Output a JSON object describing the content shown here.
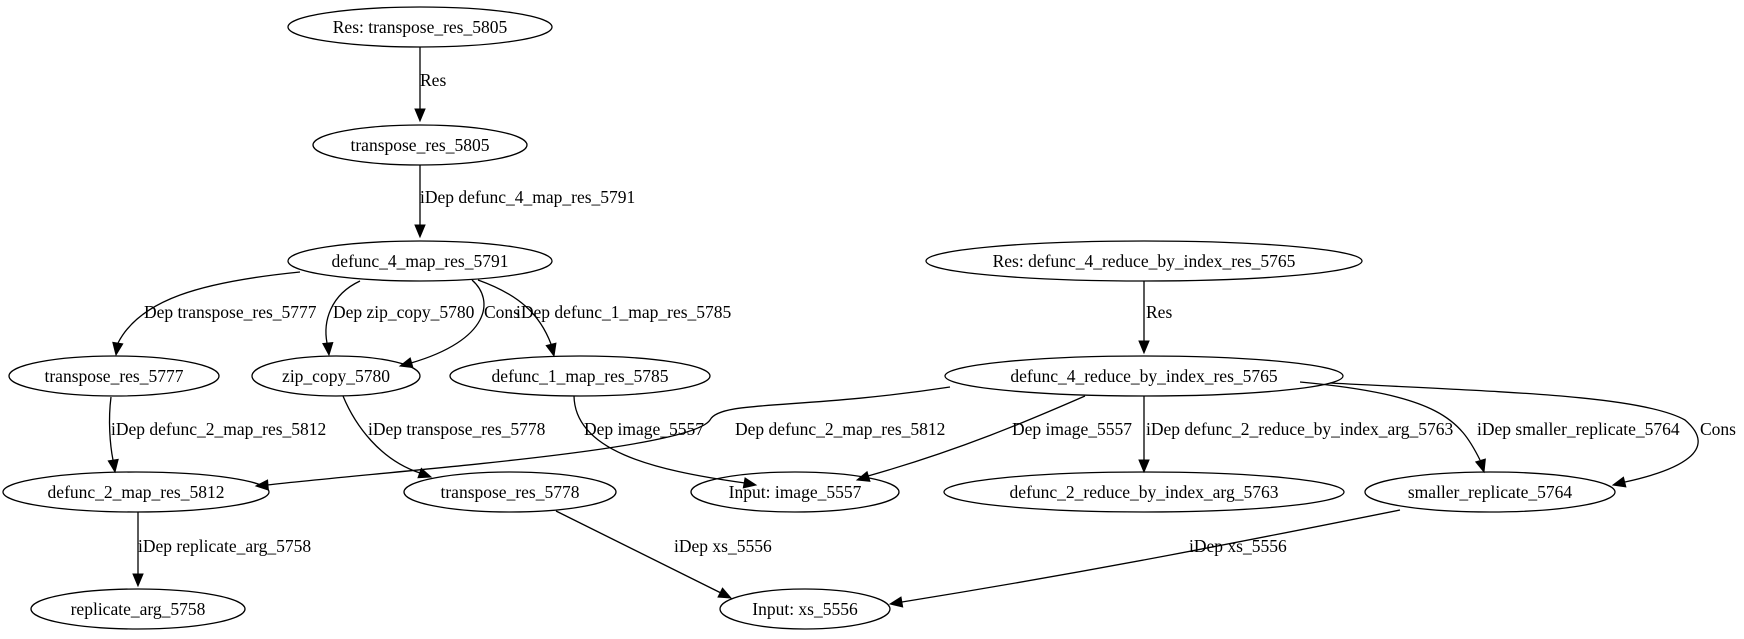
{
  "nodes": [
    {
      "id": "res_transpose_5805",
      "label": "Res: transpose_res_5805"
    },
    {
      "id": "transpose_res_5805",
      "label": "transpose_res_5805"
    },
    {
      "id": "defunc_4_map_res_5791",
      "label": "defunc_4_map_res_5791"
    },
    {
      "id": "transpose_res_5777",
      "label": "transpose_res_5777"
    },
    {
      "id": "zip_copy_5780",
      "label": "zip_copy_5780"
    },
    {
      "id": "defunc_1_map_res_5785",
      "label": "defunc_1_map_res_5785"
    },
    {
      "id": "defunc_2_map_res_5812",
      "label": "defunc_2_map_res_5812"
    },
    {
      "id": "transpose_res_5778",
      "label": "transpose_res_5778"
    },
    {
      "id": "replicate_arg_5758",
      "label": "replicate_arg_5758"
    },
    {
      "id": "input_image_5557",
      "label": "Input: image_5557"
    },
    {
      "id": "input_xs_5556",
      "label": "Input: xs_5556"
    },
    {
      "id": "res_defunc_4_reduce",
      "label": "Res: defunc_4_reduce_by_index_res_5765"
    },
    {
      "id": "defunc_4_reduce_by_index_res_5765",
      "label": "defunc_4_reduce_by_index_res_5765"
    },
    {
      "id": "defunc_2_reduce_by_index_arg_5763",
      "label": "defunc_2_reduce_by_index_arg_5763"
    },
    {
      "id": "smaller_replicate_5764",
      "label": "smaller_replicate_5764"
    }
  ],
  "edges": [
    {
      "from": "res_transpose_5805",
      "to": "transpose_res_5805",
      "label": "Res"
    },
    {
      "from": "transpose_res_5805",
      "to": "defunc_4_map_res_5791",
      "label": "iDep defunc_4_map_res_5791"
    },
    {
      "from": "defunc_4_map_res_5791",
      "to": "transpose_res_5777",
      "label": "Dep transpose_res_5777"
    },
    {
      "from": "defunc_4_map_res_5791",
      "to": "zip_copy_5780",
      "label": "Dep zip_copy_5780"
    },
    {
      "from": "defunc_4_map_res_5791",
      "to": "zip_copy_5780",
      "label": "Cons"
    },
    {
      "from": "defunc_4_map_res_5791",
      "to": "defunc_1_map_res_5785",
      "label": "iDep defunc_1_map_res_5785"
    },
    {
      "from": "transpose_res_5777",
      "to": "defunc_2_map_res_5812",
      "label": "iDep defunc_2_map_res_5812"
    },
    {
      "from": "zip_copy_5780",
      "to": "transpose_res_5778",
      "label": "iDep transpose_res_5778"
    },
    {
      "from": "defunc_1_map_res_5785",
      "to": "input_image_5557",
      "label": "Dep image_5557"
    },
    {
      "from": "defunc_4_reduce_by_index_res_5765",
      "to": "defunc_2_map_res_5812",
      "label": "Dep defunc_2_map_res_5812"
    },
    {
      "from": "defunc_4_reduce_by_index_res_5765",
      "to": "input_image_5557",
      "label": "Dep image_5557"
    },
    {
      "from": "defunc_4_reduce_by_index_res_5765",
      "to": "defunc_2_reduce_by_index_arg_5763",
      "label": "iDep defunc_2_reduce_by_index_arg_5763"
    },
    {
      "from": "defunc_4_reduce_by_index_res_5765",
      "to": "smaller_replicate_5764",
      "label": "iDep smaller_replicate_5764"
    },
    {
      "from": "defunc_4_reduce_by_index_res_5765",
      "to": "smaller_replicate_5764",
      "label": "Cons"
    },
    {
      "from": "res_defunc_4_reduce",
      "to": "defunc_4_reduce_by_index_res_5765",
      "label": "Res"
    },
    {
      "from": "defunc_2_map_res_5812",
      "to": "replicate_arg_5758",
      "label": "iDep replicate_arg_5758"
    },
    {
      "from": "transpose_res_5778",
      "to": "input_xs_5556",
      "label": "iDep xs_5556"
    },
    {
      "from": "smaller_replicate_5764",
      "to": "input_xs_5556",
      "label": "iDep xs_5556"
    }
  ]
}
